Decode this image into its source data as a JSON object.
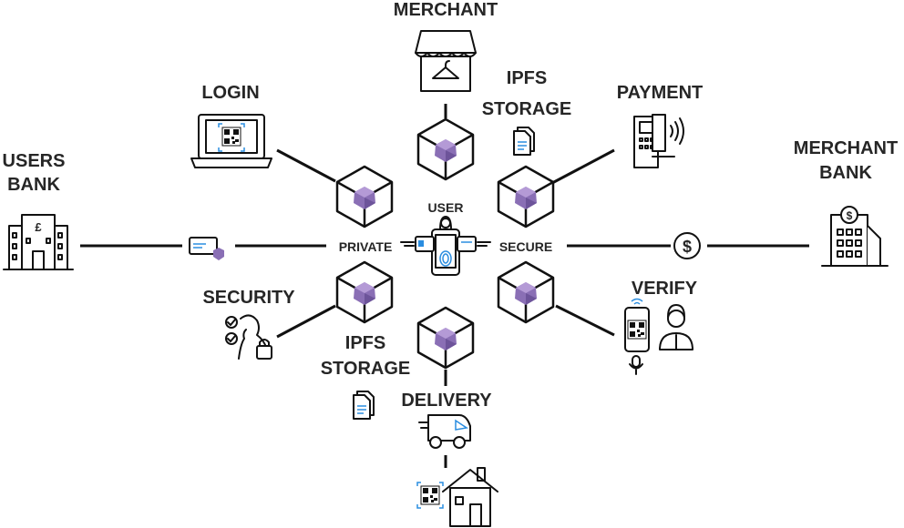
{
  "labels": {
    "merchant": "MERCHANT",
    "ipfs_top_1": "IPFS",
    "ipfs_top_2": "STORAGE",
    "login": "LOGIN",
    "payment": "PAYMENT",
    "users_bank_1": "USERS",
    "users_bank_2": "BANK",
    "merchant_bank_1": "MERCHANT",
    "merchant_bank_2": "BANK",
    "user": "USER",
    "private": "PRIVATE",
    "secure": "SECURE",
    "security": "SECURITY",
    "verify": "VERIFY",
    "ipfs_bottom_1": "IPFS",
    "ipfs_bottom_2": "STORAGE",
    "delivery": "DELIVERY"
  },
  "bank_symbols": {
    "pound": "£",
    "dollar": "$"
  },
  "colors": {
    "text": "#262626",
    "line": "#111111",
    "accent_blue": "#2a8de0",
    "gem_purple": "#8a6fb5"
  },
  "icons": [
    "store-icon",
    "laptop-qr-icon",
    "payment-terminal-icon",
    "bank-building-icon",
    "office-building-icon",
    "document-icon",
    "phone-fingerprint-icon",
    "id-card-icon",
    "dollar-coin-icon",
    "person-lock-icon",
    "phone-qr-icon",
    "support-agent-icon",
    "microphone-icon",
    "delivery-van-icon",
    "house-icon",
    "qr-code-icon",
    "blockchain-cube-icon"
  ]
}
